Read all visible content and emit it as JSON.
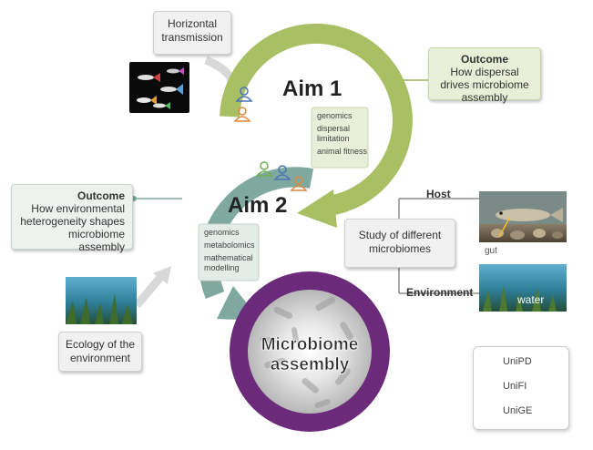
{
  "aim1": {
    "title": "Aim 1",
    "keywords": [
      "genomics",
      "dispersal limitation",
      "animal fitness"
    ]
  },
  "aim2": {
    "title": "Aim 2",
    "keywords": [
      "genomics",
      "metabolomics",
      "mathematical modelling"
    ]
  },
  "horizontal_transmission": "Horizontal transmission",
  "outcome1": {
    "title": "Outcome",
    "text": "How dispersal drives microbiome assembly"
  },
  "outcome2": {
    "title": "Outcome",
    "text": "How environmental heterogeneity shapes microbiome assembly"
  },
  "ecology": "Ecology of the environment",
  "study": "Study of different microbiomes",
  "host_label": "Host",
  "environment_label": "Environment",
  "gut_label": "gut",
  "water_label": "water",
  "center": {
    "line1": "Microbiome",
    "line2": "assembly"
  },
  "legend": [
    {
      "name": "UniPD",
      "color": "#e0883a"
    },
    {
      "name": "UniFI",
      "color": "#4a72b8"
    },
    {
      "name": "UniGE",
      "color": "#6fae52"
    }
  ],
  "colors": {
    "aim1_arc": "#a9bf63",
    "aim2_arc": "#7fa99f",
    "center_ring": "#6b2a7a"
  }
}
